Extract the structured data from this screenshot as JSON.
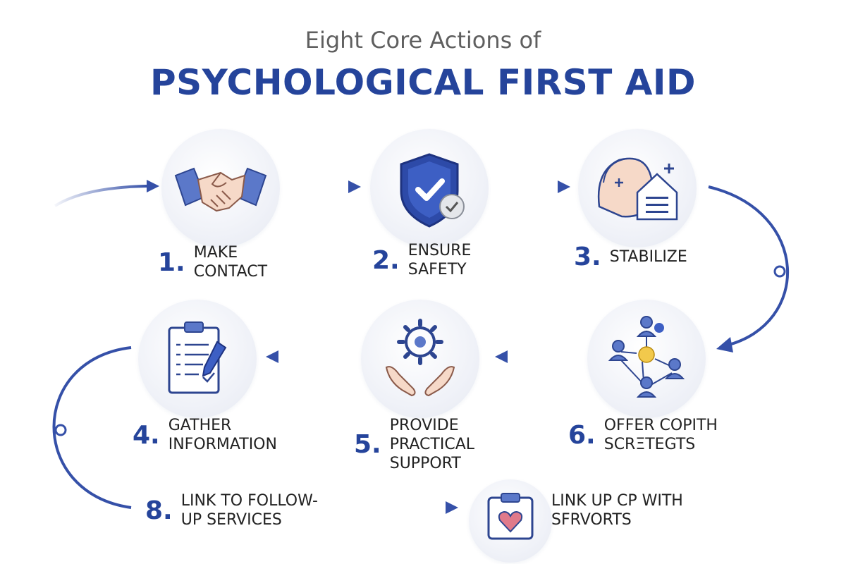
{
  "header": {
    "subtitle": "Eight Core Actions of",
    "title": "PSYCHOLOGICAL FIRST AID"
  },
  "colors": {
    "primary": "#25449b",
    "arrow": "#3550a8",
    "accent_yellow": "#f2c94c",
    "skin": "#f6d9c8"
  },
  "steps": [
    {
      "num": "1.",
      "label": "MAKE\nCONTACT",
      "icon": "handshake-icon"
    },
    {
      "num": "2.",
      "label": "ENSURE\nSAFETY",
      "icon": "shield-check-icon"
    },
    {
      "num": "3.",
      "label": "STABILIZE",
      "icon": "person-hospital-icon"
    },
    {
      "num": "4.",
      "label": "GATHER\nINFORMATION",
      "icon": "clipboard-pen-icon"
    },
    {
      "num": "5.",
      "label": "PROVIDE\nPRACTICAL\nSUPPORT",
      "icon": "gear-hands-icon"
    },
    {
      "num": "6.",
      "label": "OFFER COPITH\nSCRΞTEGTS",
      "icon": "people-network-icon"
    },
    {
      "num": "8.",
      "label": "LINK TO FOLLOW-\nUP SERVICES",
      "icon": ""
    },
    {
      "num": "",
      "label": "LINK UP CP WITH\nSFRVORTS",
      "icon": "clipboard-heart-icon"
    }
  ]
}
